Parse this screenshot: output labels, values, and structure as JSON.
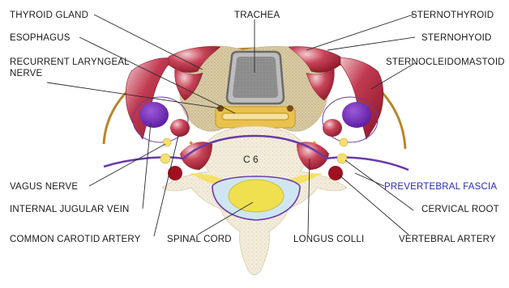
{
  "labels": {
    "thyroid_gland": "THYROID GLAND",
    "trachea": "TRACHEA",
    "sternothyroid": "STERNOTHYROID",
    "esophagus": "ESOPHAGUS",
    "sternohyoid": "STERNOHYOID",
    "recurrent_laryngeal_1": "RECURRENT LARYNGEAL",
    "recurrent_laryngeal_2": "NERVE",
    "sternocleidomastoid": "STERNOCLEIDOMASTOID",
    "c6": "C 6",
    "vagus_nerve": "VAGUS NERVE",
    "prevertebral_fascia": "PREVERTEBRAL FASCIA",
    "internal_jugular_vein": "INTERNAL JUGULAR VEIN",
    "cervical_root": "CERVICAL ROOT",
    "common_carotid_artery": "COMMON CAROTID ARTERY",
    "spinal_cord": "SPINAL CORD",
    "longus_colli": "LONGUS COLLI",
    "vertebral_artery": "VERTEBRAL ARTERY"
  },
  "colors": {
    "skin_outline": "#b8862a",
    "muscle": "#a8283c",
    "muscle_highlight": "#f2c8cc",
    "thyroid": "#d8c8a0",
    "trachea_ring": "#6a6a6a",
    "trachea_lumen": "#9a9a9a",
    "esophagus": "#e8c050",
    "vein": "#6a2ab0",
    "fascia": "#6a3aa8",
    "vertebra": "#f2ead8",
    "spinal_cord": "#f0e050",
    "dura": "#c8e4f0",
    "artery": "#a01020",
    "nerve_root": "#f5e070",
    "label_blue": "#2a2ab8"
  }
}
